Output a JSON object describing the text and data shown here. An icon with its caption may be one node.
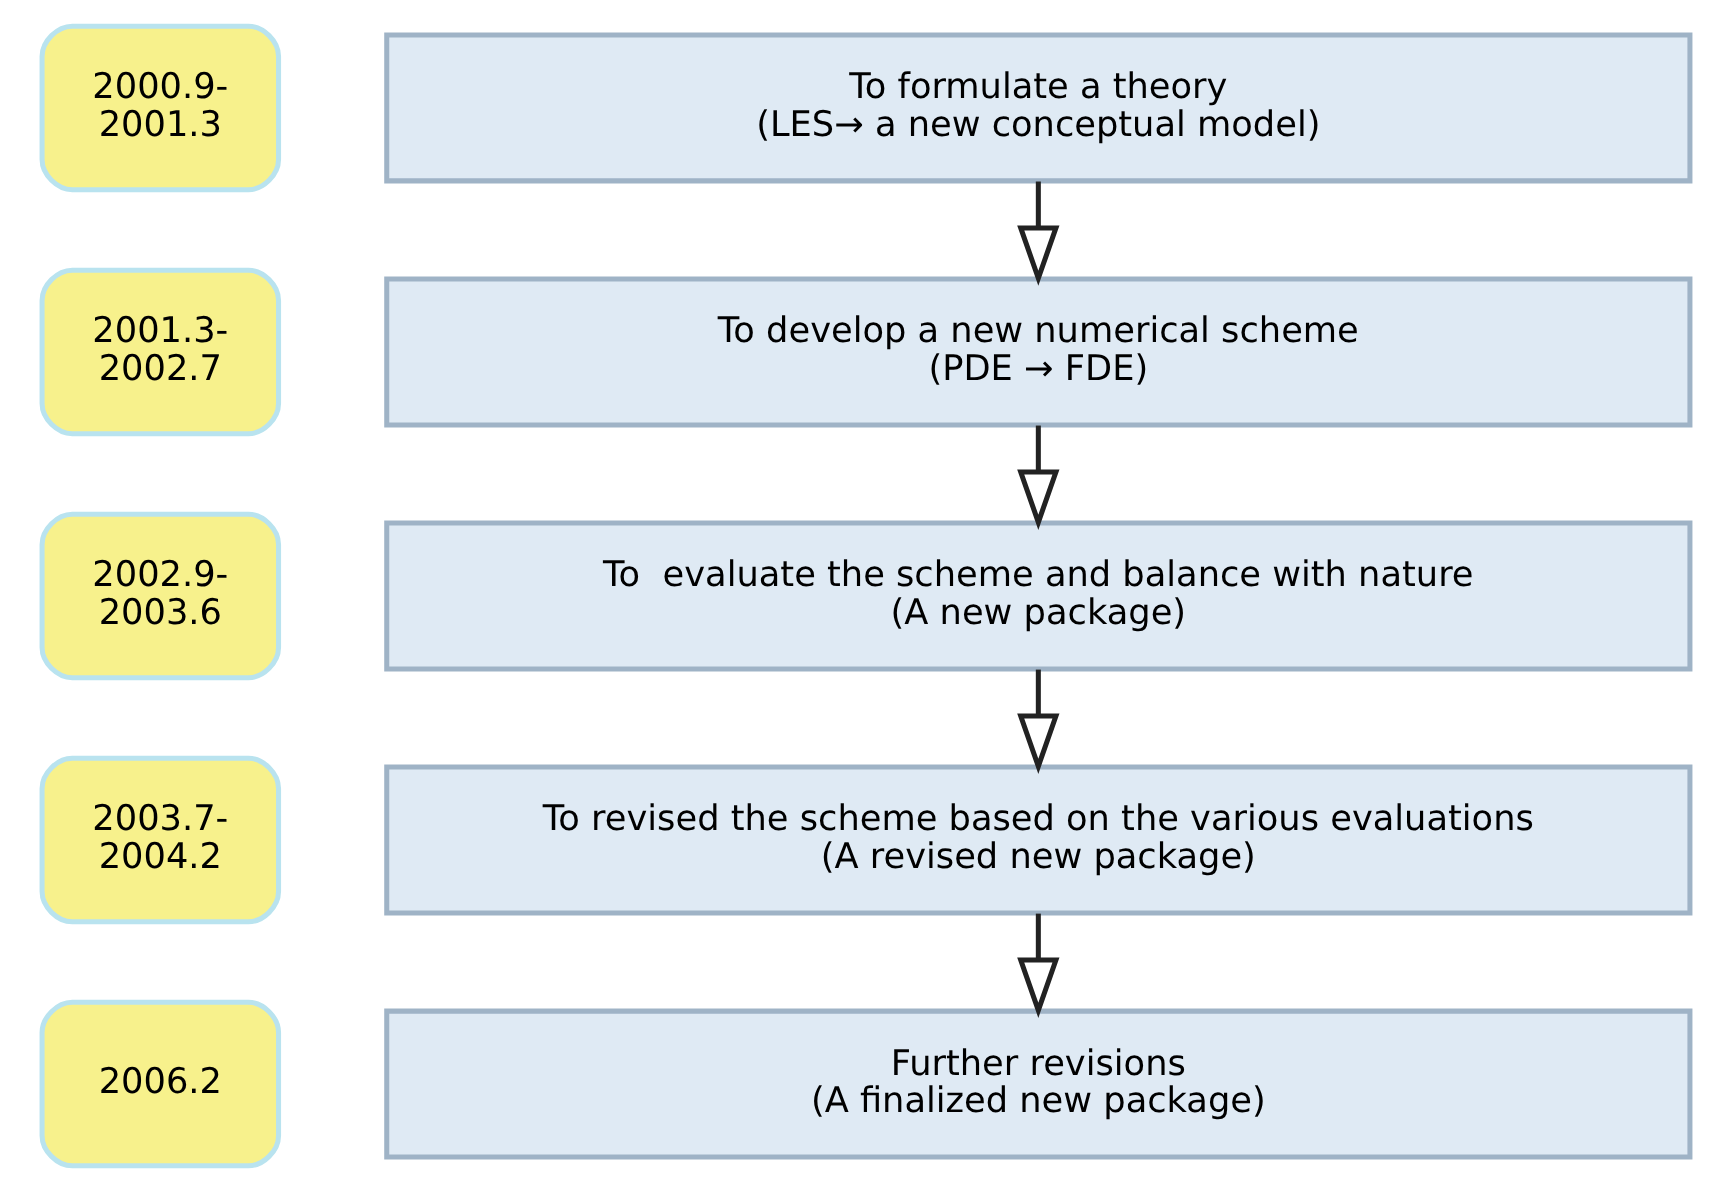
{
  "diagram": {
    "nodes": [
      {
        "text": [
          "2000.9- 2001.3"
        ]
      },
      {
        "text": [
          "To formulate a theory",
          "(LES→ a new conceptual model)"
        ]
      },
      {
        "text": [
          "2001.3- 2002.7"
        ]
      },
      {
        "text": [
          "To develop a new numerical scheme",
          "(PDE → FDE)"
        ]
      },
      {
        "text": [
          "2002.9- 2003.6"
        ]
      },
      {
        "text": [
          "To  evaluate the scheme and balance with nature",
          "(A new package)"
        ]
      },
      {
        "text": [
          "2003.7- 2004.2"
        ]
      },
      {
        "text": [
          "To revised the scheme based on the various evaluations",
          "(A revised new package)"
        ]
      },
      {
        "text": [
          "2006.2"
        ]
      },
      {
        "text": [
          "Further revisions",
          "(A finalized new package)"
        ]
      }
    ],
    "edges": [
      {
        "from": 1,
        "to": 3,
        "arrow": "to"
      },
      {
        "from": 3,
        "to": 5,
        "arrow": "to"
      },
      {
        "from": 5,
        "to": 7,
        "arrow": "to"
      },
      {
        "from": 7,
        "to": 9,
        "arrow": "to"
      }
    ]
  }
}
